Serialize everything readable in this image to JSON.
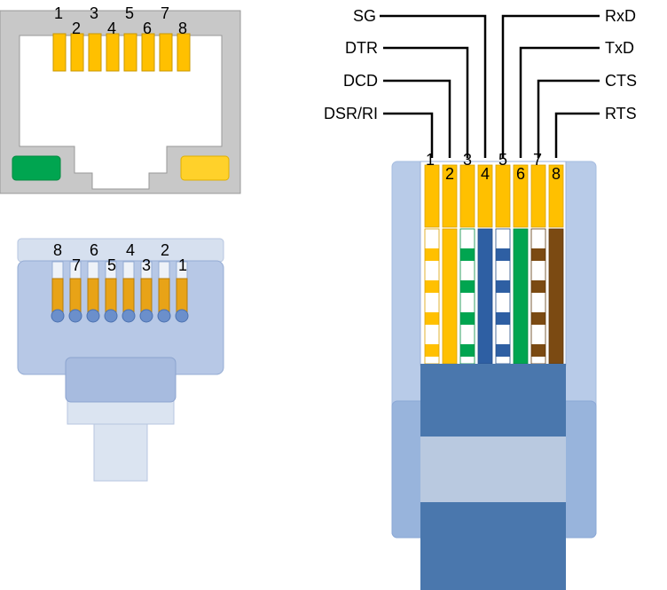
{
  "jack": {
    "pins": [
      "1",
      "2",
      "3",
      "4",
      "5",
      "6",
      "7",
      "8"
    ],
    "colors": {
      "body": "#c8c8c8",
      "opening": "#ffffff",
      "pin": "#ffc000",
      "led_left": "#00a550",
      "led_right": "#ffd12a"
    }
  },
  "plug_small": {
    "pins": [
      "8",
      "7",
      "6",
      "5",
      "4",
      "3",
      "2",
      "1"
    ],
    "colors": {
      "shell": "#b4c6e4",
      "contact": "#e8a317",
      "contact_tip": "#6b8fcb"
    }
  },
  "plug_large": {
    "pins": [
      "1",
      "2",
      "3",
      "4",
      "5",
      "6",
      "7",
      "8"
    ],
    "signals_left": [
      "SG",
      "DTR",
      "DCD",
      "DSR/RI"
    ],
    "signals_right": [
      "RxD",
      "TxD",
      "CTS",
      "RTS"
    ],
    "wire_colors": [
      "white-orange",
      "orange",
      "white-green",
      "blue",
      "white-blue",
      "green",
      "white-brown",
      "brown"
    ],
    "colors": {
      "orange": "#ffc000",
      "green": "#00a550",
      "blue": "#2e5fa3",
      "brown": "#7b4a12",
      "shell_light": "#b4c8e6",
      "sheath": "#4a77ad",
      "contact": "#ffc000"
    }
  }
}
